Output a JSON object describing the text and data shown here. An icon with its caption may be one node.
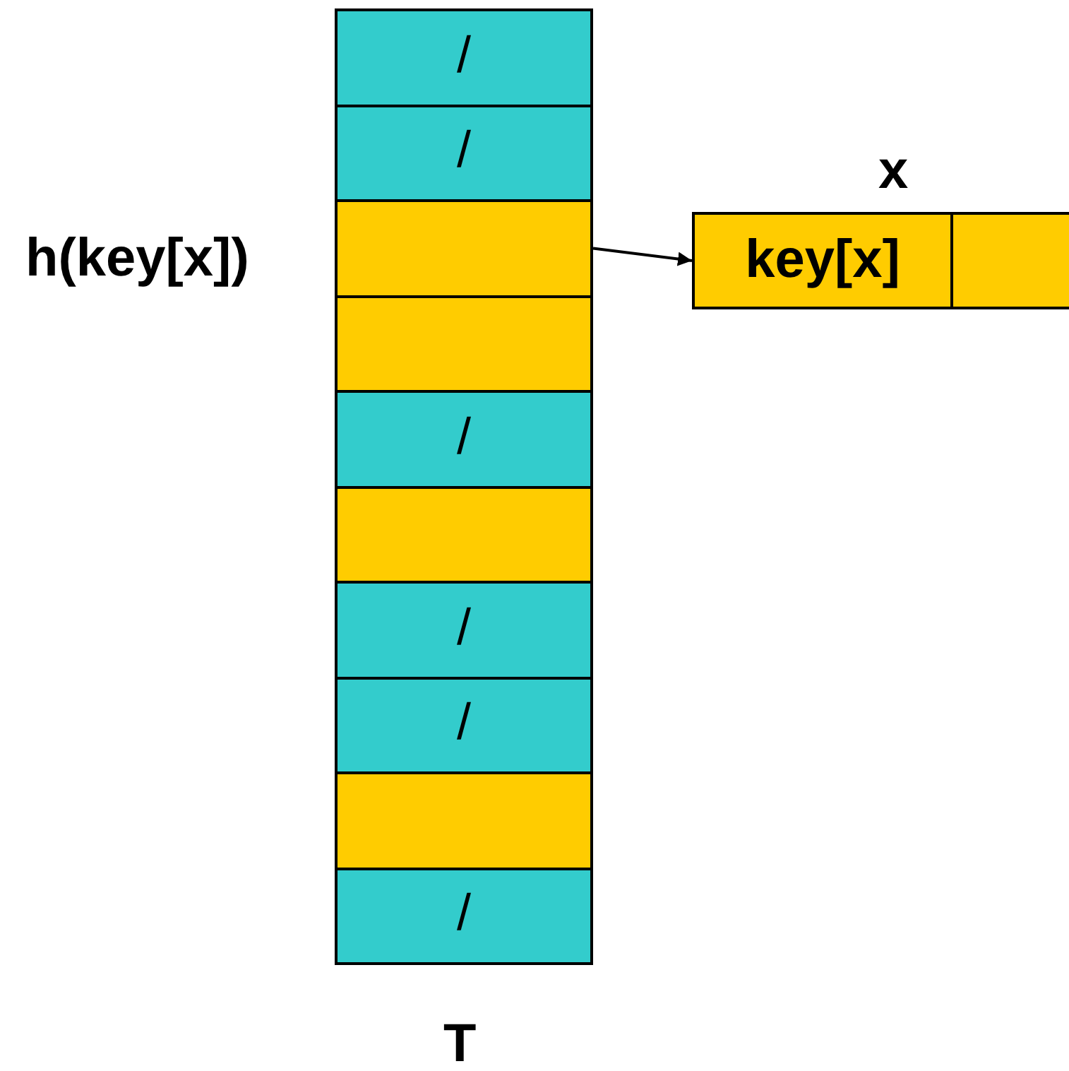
{
  "diagram": {
    "nodes": [
      {
        "text": [
          "/"
        ]
      },
      {
        "text": [
          "/"
        ]
      },
      {
        "text": [],
        "shape": "box",
        "beside": [
          "h(key[x])"
        ]
      },
      {
        "text": [],
        "shape": "box"
      },
      {
        "text": [
          "/"
        ]
      },
      {
        "text": [],
        "shape": "box"
      },
      {
        "text": [
          "/"
        ]
      },
      {
        "text": [
          "/"
        ]
      },
      {
        "text": [],
        "shape": "box"
      },
      {
        "text": [
          "/"
        ]
      },
      {
        "text": [
          "key[x]"
        ],
        "beside": [
          "x"
        ]
      },
      {
        "text": [],
        "shape": "box"
      }
    ],
    "edges": [
      {
        "from": 2,
        "to": 10,
        "arrow": "to"
      }
    ],
    "labels": [
      "T"
    ]
  }
}
